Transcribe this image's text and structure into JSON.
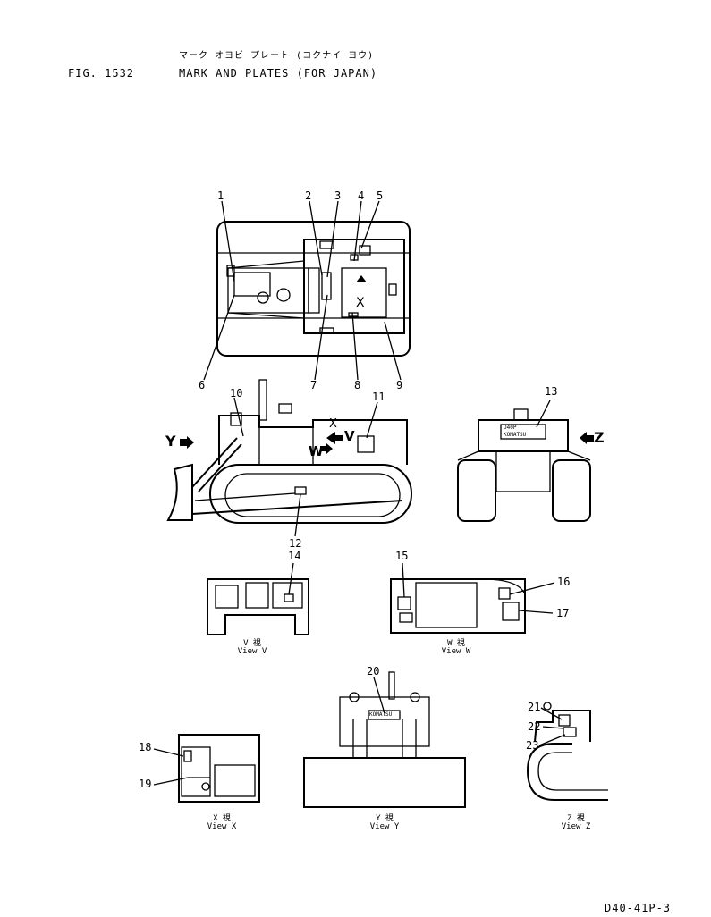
{
  "header": {
    "jp_title": "マーク オヨビ プレート (コクナイ ヨウ)",
    "fig": "FIG. 1532",
    "title": "MARK AND PLATES (FOR JAPAN)"
  },
  "callouts": [
    "1",
    "2",
    "3",
    "4",
    "5",
    "6",
    "7",
    "8",
    "9",
    "10",
    "11",
    "12",
    "13",
    "14",
    "15",
    "16",
    "17",
    "18",
    "19",
    "20",
    "21",
    "22",
    "23"
  ],
  "view_markers": {
    "v": "V",
    "w": "W",
    "x": "X",
    "y": "Y",
    "z": "Z"
  },
  "views": {
    "v": {
      "jp": "V 視",
      "en": "View V"
    },
    "w": {
      "jp": "W 視",
      "en": "View W"
    },
    "x": {
      "jp": "X 視",
      "en": "View X"
    },
    "y": {
      "jp": "Y 視",
      "en": "View Y"
    },
    "z": {
      "jp": "Z 視",
      "en": "View Z"
    }
  },
  "plate_text": {
    "plate13_a": "D40P",
    "plate13_b": "KOMATSU",
    "plate20": "KOMATSU"
  },
  "footer": {
    "code": "D40-41P-3"
  }
}
